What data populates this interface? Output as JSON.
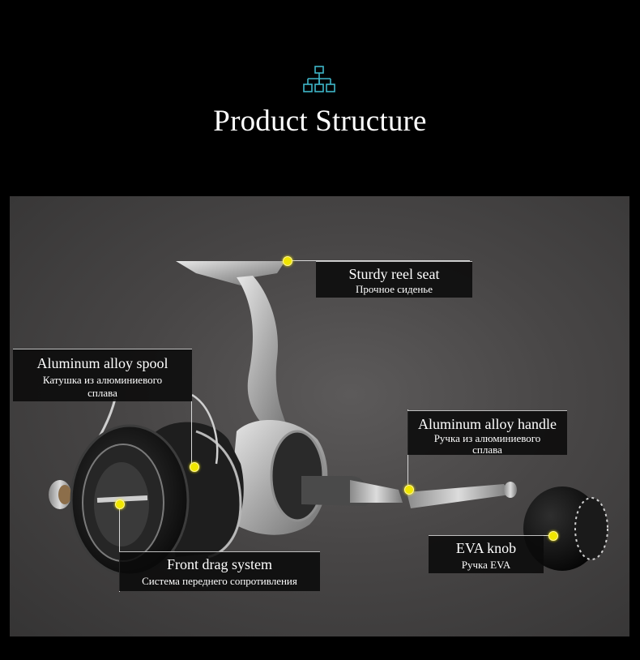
{
  "header": {
    "icon": "hierarchy-icon",
    "accent_color": "#3fb6c9",
    "title": "Product Structure"
  },
  "callouts": {
    "reel_seat": {
      "en": "Sturdy reel seat",
      "ru": "Прочное сиденье"
    },
    "spool": {
      "en": "Aluminum alloy spool",
      "ru": "Катушка из алюминиевого сплава"
    },
    "handle": {
      "en": "Aluminum alloy handle",
      "ru": "Ручка из алюминиевого сплава"
    },
    "knob": {
      "en": "EVA knob",
      "ru": "Ручка EVA"
    },
    "drag": {
      "en": "Front drag system",
      "ru": "Система переднего сопротивления"
    }
  },
  "marker_color": "#f0e600"
}
